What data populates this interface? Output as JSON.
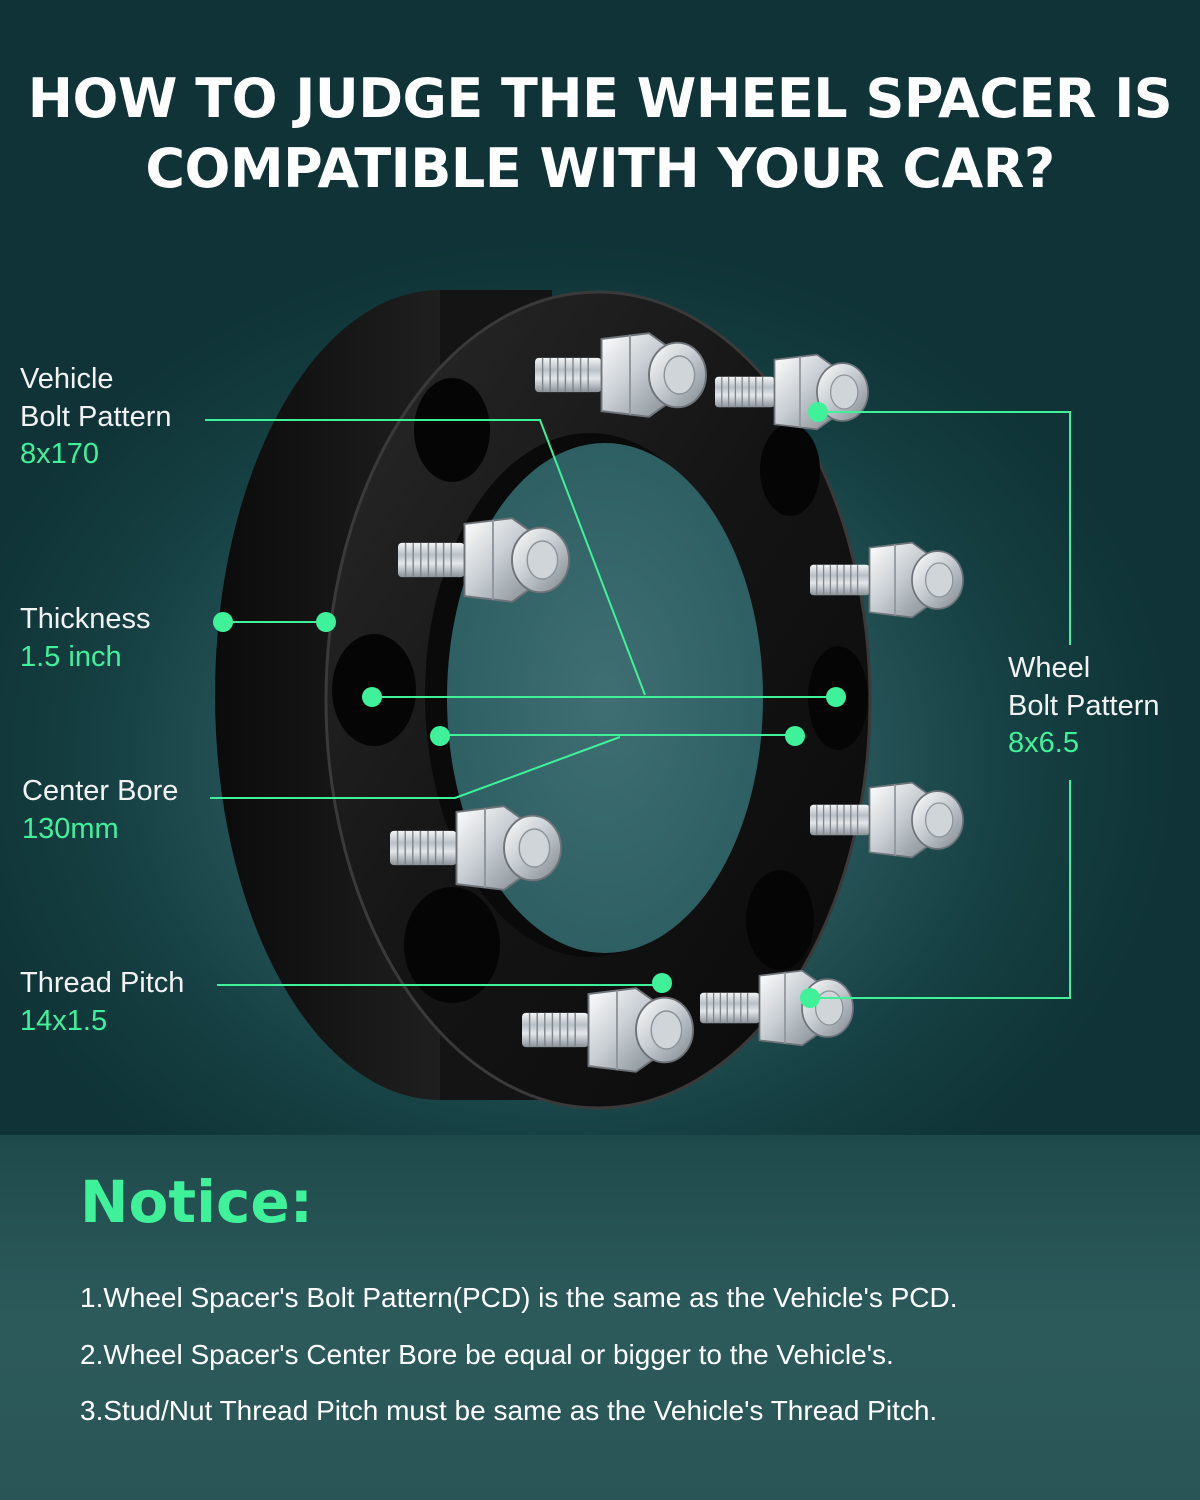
{
  "title": {
    "line1": "HOW TO JUDGE THE WHEEL SPACER IS",
    "line2": "COMPATIBLE WITH YOUR CAR?"
  },
  "specs": {
    "vehicle_bolt_pattern": {
      "label_line1": "Vehicle",
      "label_line2": "Bolt Pattern",
      "value": "8x170"
    },
    "thickness": {
      "label": "Thickness",
      "value": "1.5 inch"
    },
    "center_bore": {
      "label": "Center Bore",
      "value": "130mm"
    },
    "thread_pitch": {
      "label": "Thread Pitch",
      "value": "14x1.5"
    },
    "wheel_bolt_pattern": {
      "label_line1": "Wheel",
      "label_line2": "Bolt Pattern",
      "value": "8x6.5"
    }
  },
  "notice": {
    "title": "Notice:",
    "items": [
      "1.Wheel Spacer's Bolt Pattern(PCD) is the same as the Vehicle's PCD.",
      "2.Wheel Spacer's Center Bore be equal or bigger to the Vehicle's.",
      "3.Stud/Nut Thread Pitch must be same as the Vehicle's Thread Pitch."
    ]
  },
  "colors": {
    "accent": "#3ff29a",
    "text": "#ffffff",
    "background": "#1f4a4c"
  }
}
